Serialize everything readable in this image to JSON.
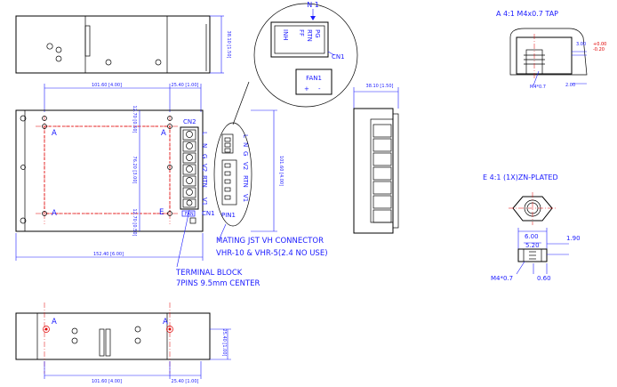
{
  "connector_detail": {
    "callout": "N 1",
    "cn1_pins": [
      "PG",
      "RTN",
      "FF",
      "INH"
    ],
    "cn1_label": "CN1",
    "fan1_label": "FAN1",
    "fan1_pins": [
      "+",
      "-"
    ]
  },
  "detail_a": {
    "title": "A 4:1 M4x0.7 TAP",
    "depth": "3.00",
    "tol_plus": "+0.00",
    "tol_minus": "-0.20",
    "bottom": "2.00",
    "thread": "M4*0.7"
  },
  "detail_e": {
    "title": "E 4:1 (1X)ZN-PLATED",
    "width": "6.00",
    "hex": "5.20",
    "height": "1.90",
    "flange": "0.60",
    "thread": "M4*0.7"
  },
  "dims": {
    "top_height": "38.10 [1.50]",
    "side_width": "38.10 [1.50]",
    "mount_span": "101.60 [4.00]",
    "edge_offset": "25.40 [1.00]",
    "mount_height": "76.20 [3.00]",
    "top_offset": "12.70 [0.50]",
    "bottom_offset": "12.70 [0.50]",
    "height": "101.60 [4.00]",
    "length": "152.40 [6.00]",
    "bottom_hole_height": "25.40 [1.00]"
  },
  "labels": {
    "hole_a": "A",
    "hole_e": "E",
    "cn2": "CN2",
    "cn1": "CN1",
    "pin1": "PIN1",
    "fan_tag": "FAN"
  },
  "terminal_block": {
    "pins": [
      "L",
      "N",
      "G",
      "V2",
      "RTN",
      "V1"
    ]
  },
  "pin_headers": {
    "top_pins": [
      "L",
      "N",
      "G"
    ],
    "bottom_pins": [
      "V2",
      "RTN",
      "V1"
    ]
  },
  "notes": {
    "mating_1": "MATING JST VH CONNECTOR",
    "mating_2": "VHR-10 & VHR-5(2.4 NO USE)",
    "terminal_1": "TERMINAL BLOCK",
    "terminal_2": "7PINS 9.5mm CENTER"
  }
}
